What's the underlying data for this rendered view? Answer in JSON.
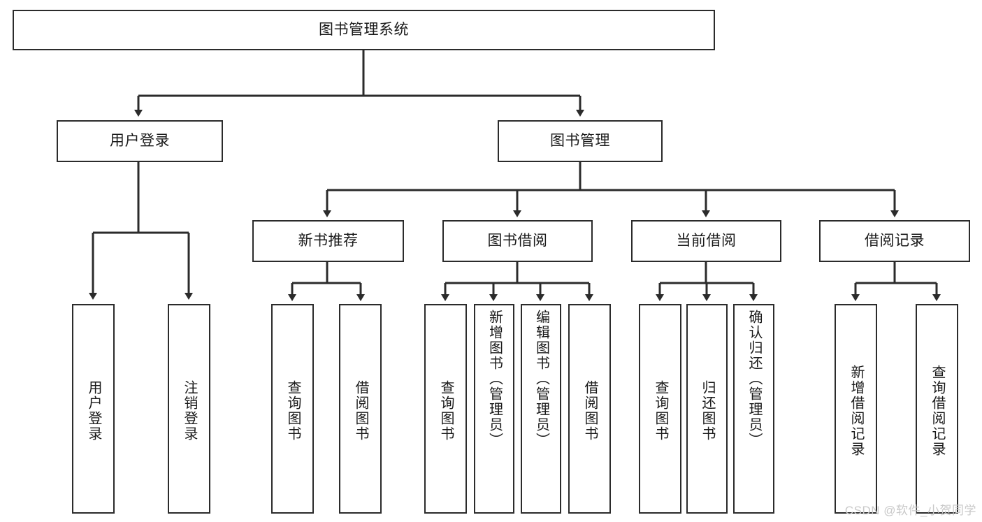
{
  "diagram": {
    "title": "图书管理系统",
    "type": "tree-hierarchy-diagram",
    "colors": {
      "box_border": "#2b2b2b",
      "box_fill": "#ffffff",
      "connector": "#2b2b2b",
      "text": "#1a1a1a",
      "watermark": "#c9c9c9",
      "background": "#ffffff"
    },
    "root": {
      "label": "图书管理系统"
    },
    "level2": [
      {
        "label": "用户登录"
      },
      {
        "label": "图书管理"
      }
    ],
    "level3": [
      {
        "label": "新书推荐"
      },
      {
        "label": "图书借阅"
      },
      {
        "label": "当前借阅"
      },
      {
        "label": "借阅记录"
      }
    ],
    "leaves": {
      "user_login": [
        {
          "label": "用户登录"
        },
        {
          "label": "注销登录"
        }
      ],
      "new_book_recommend": [
        {
          "label": "查询图书"
        },
        {
          "label": "借阅图书"
        }
      ],
      "book_borrow": [
        {
          "label": "查询图书"
        },
        {
          "label": "新增图书（管理员）"
        },
        {
          "label": "编辑图书（管理员）"
        },
        {
          "label": "借阅图书"
        }
      ],
      "current_borrow": [
        {
          "label": "查询图书"
        },
        {
          "label": "归还图书"
        },
        {
          "label": "确认归还（管理员）"
        }
      ],
      "borrow_record": [
        {
          "label": "新增借阅记录"
        },
        {
          "label": "查询借阅记录"
        }
      ]
    }
  },
  "watermark": {
    "text": "CSDN @软件_小贺同学"
  }
}
